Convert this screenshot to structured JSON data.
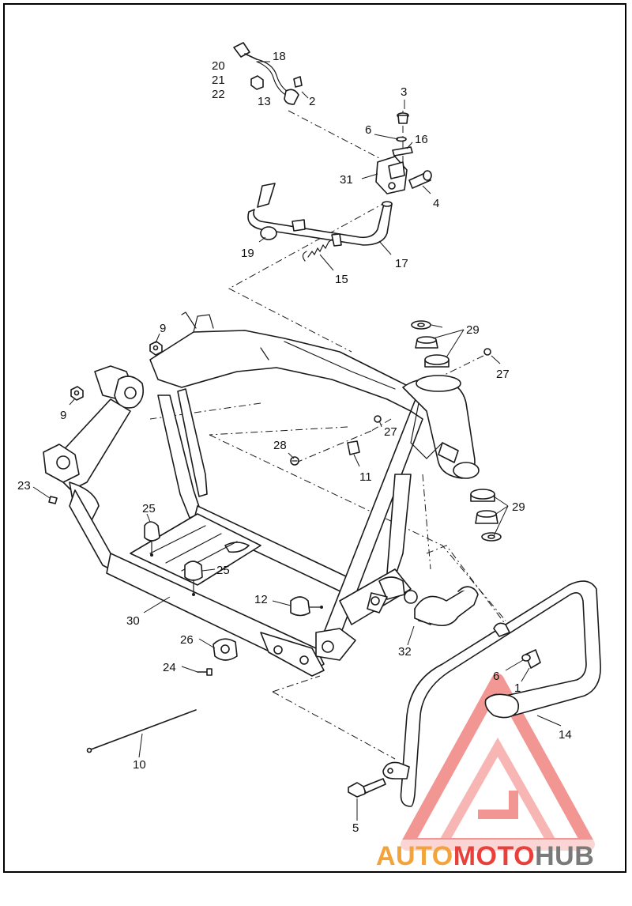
{
  "diagram": {
    "callouts": [
      {
        "id": "c1",
        "text": "1"
      },
      {
        "id": "c2",
        "text": "2"
      },
      {
        "id": "c3",
        "text": "3"
      },
      {
        "id": "c4",
        "text": "4"
      },
      {
        "id": "c5",
        "text": "5"
      },
      {
        "id": "c6a",
        "text": "6"
      },
      {
        "id": "c6b",
        "text": "6"
      },
      {
        "id": "c9a",
        "text": "9"
      },
      {
        "id": "c9b",
        "text": "9"
      },
      {
        "id": "c10",
        "text": "10"
      },
      {
        "id": "c11",
        "text": "11"
      },
      {
        "id": "c12",
        "text": "12"
      },
      {
        "id": "c13",
        "text": "13"
      },
      {
        "id": "c14",
        "text": "14"
      },
      {
        "id": "c15",
        "text": "15"
      },
      {
        "id": "c16",
        "text": "16"
      },
      {
        "id": "c17",
        "text": "17"
      },
      {
        "id": "c18",
        "text": "18"
      },
      {
        "id": "c19",
        "text": "19"
      },
      {
        "id": "c20",
        "text": "20"
      },
      {
        "id": "c21",
        "text": "21"
      },
      {
        "id": "c22",
        "text": "22"
      },
      {
        "id": "c23",
        "text": "23"
      },
      {
        "id": "c24",
        "text": "24"
      },
      {
        "id": "c25a",
        "text": "25"
      },
      {
        "id": "c25b",
        "text": "25"
      },
      {
        "id": "c26",
        "text": "26"
      },
      {
        "id": "c27a",
        "text": "27"
      },
      {
        "id": "c27b",
        "text": "27"
      },
      {
        "id": "c28",
        "text": "28"
      },
      {
        "id": "c29a",
        "text": "29"
      },
      {
        "id": "c29b",
        "text": "29"
      },
      {
        "id": "c30",
        "text": "30"
      },
      {
        "id": "c31",
        "text": "31"
      },
      {
        "id": "c32",
        "text": "32"
      }
    ]
  },
  "watermark": {
    "part1": "AUTO",
    "part2": "MOTO",
    "part3": "HUB",
    "color_orange": "#f2a33a",
    "color_red": "#e8413c",
    "color_gray": "#7a7a7a"
  }
}
